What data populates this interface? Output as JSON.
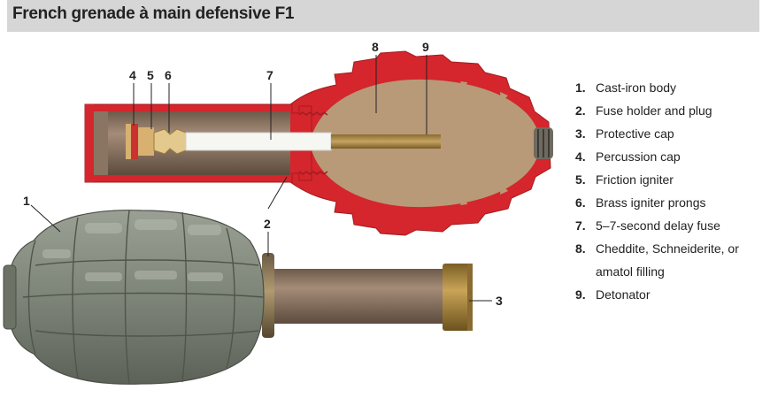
{
  "title": "French grenade à main defensive F1",
  "callouts": [
    "1",
    "2",
    "3",
    "4",
    "5",
    "6",
    "7",
    "8",
    "9"
  ],
  "legend": [
    {
      "num": "1.",
      "text": "Cast-iron body"
    },
    {
      "num": "2.",
      "text": "Fuse holder and plug"
    },
    {
      "num": "3.",
      "text": "Protective cap"
    },
    {
      "num": "4.",
      "text": "Percussion cap"
    },
    {
      "num": "5.",
      "text": "Friction igniter"
    },
    {
      "num": "6.",
      "text": "Brass igniter prongs"
    },
    {
      "num": "7.",
      "text": "5–7-second delay fuse"
    },
    {
      "num": "8.",
      "text": "Cheddite, Schneiderite, or",
      "continuation": "amatol filling"
    },
    {
      "num": "9.",
      "text": "Detonator"
    }
  ],
  "colors": {
    "title_bar": "#d6d6d6",
    "casing_red": "#d4262c",
    "filling": "#b89a78",
    "body_grey": "#7d8478",
    "fuse_tube": "#8a7462",
    "brass": "#a8843c"
  }
}
